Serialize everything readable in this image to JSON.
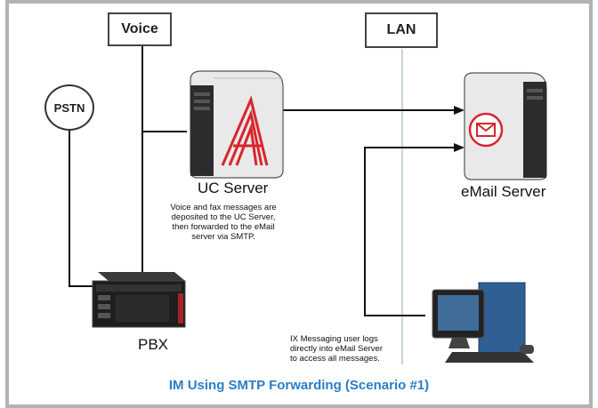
{
  "nodes": {
    "voice": "Voice",
    "lan": "LAN",
    "pstn": "PSTN",
    "uc_server": "UC Server",
    "email_server": "eMail Server",
    "pbx": "PBX"
  },
  "notes": {
    "uc_note_lines": [
      "Voice and fax messages are",
      "deposited to the UC Server,",
      "then forwarded to the eMail",
      "server via SMTP."
    ],
    "user_note_lines": [
      "IX Messaging user logs",
      "directly into eMail Server",
      "to access all messages."
    ]
  },
  "caption": "IM Using SMTP Forwarding (Scenario #1)",
  "colors": {
    "frame": "#b3b3b3",
    "caption": "#2a7ec6",
    "lan_line": "#9fb4c4",
    "logo_red": "#d8262c"
  },
  "icons": [
    "uc-server-tower",
    "email-server-tower",
    "pbx-chassis",
    "desktop-computer",
    "envelope-icon"
  ]
}
